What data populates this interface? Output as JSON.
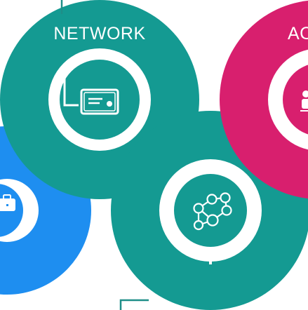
{
  "segments": [
    {
      "id": "network",
      "label": "NETWORK",
      "color": "#149a92",
      "icon": "certificate-icon"
    },
    {
      "id": "community",
      "label": "",
      "color": "#149a92",
      "icon": "people-network-icon"
    },
    {
      "id": "accent",
      "label": "AC",
      "color": "#d81f6e",
      "icon": "person-icon"
    },
    {
      "id": "work",
      "label": "",
      "color": "#1e8ef0",
      "icon": "briefcase-icon"
    }
  ],
  "colors": {
    "teal": "#149a92",
    "magenta": "#d81f6e",
    "blue": "#1e8ef0",
    "connector": "#1f8e88"
  }
}
